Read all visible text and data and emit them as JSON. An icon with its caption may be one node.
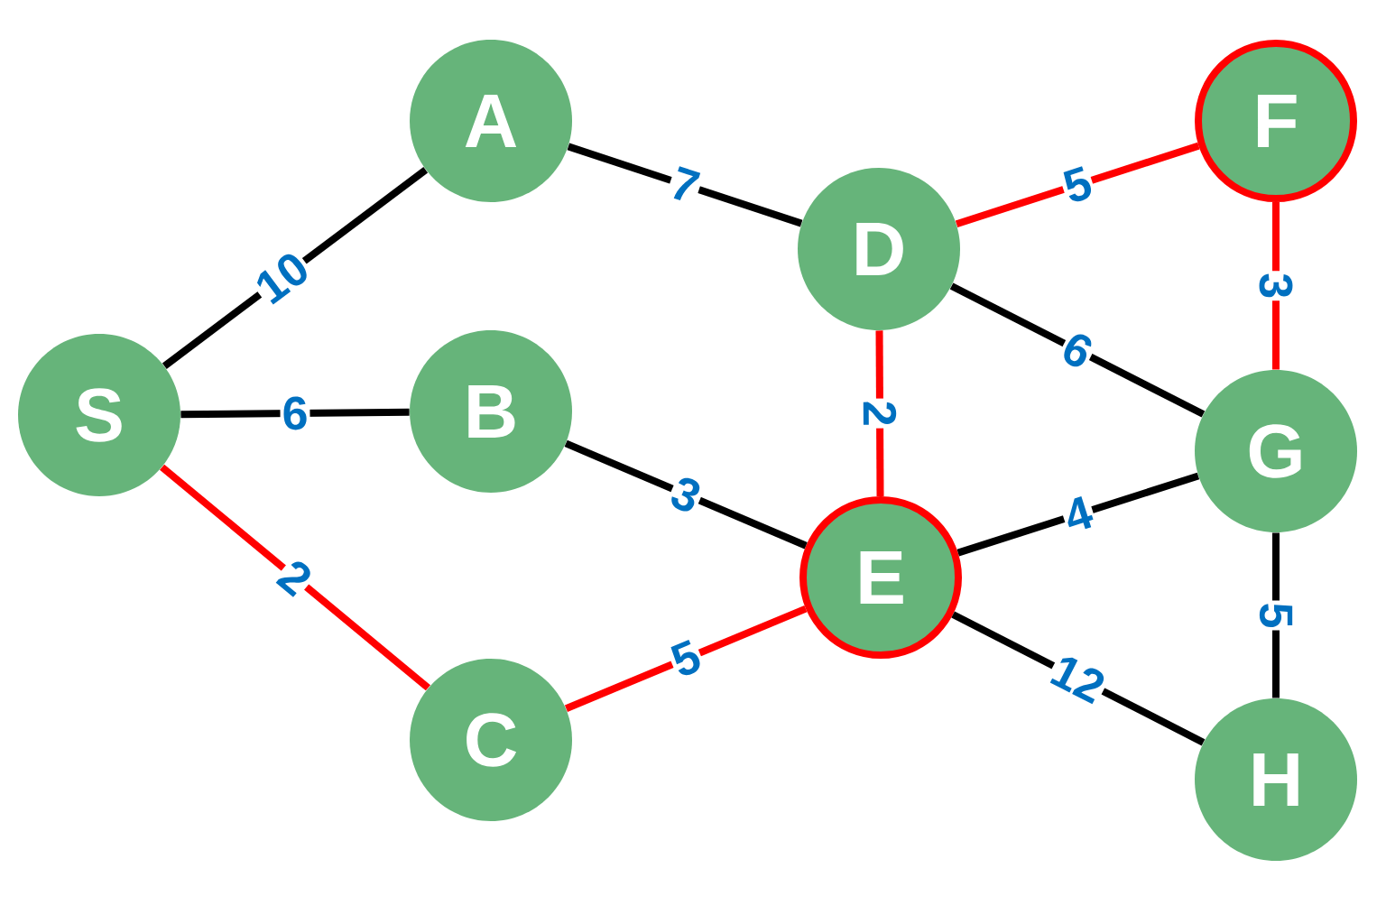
{
  "diagram": {
    "nodes": [
      {
        "text": [
          "S"
        ]
      },
      {
        "text": [
          "A"
        ]
      },
      {
        "text": [
          "B"
        ]
      },
      {
        "text": [
          "C"
        ]
      },
      {
        "text": [
          "D"
        ]
      },
      {
        "text": [
          "E"
        ]
      },
      {
        "text": [
          "F"
        ]
      },
      {
        "text": [
          "G"
        ]
      },
      {
        "text": [
          "H"
        ]
      }
    ],
    "edges": [
      {
        "from": 0,
        "to": 1,
        "arrow": "none",
        "label": "10"
      },
      {
        "from": 0,
        "to": 2,
        "arrow": "none",
        "label": "6"
      },
      {
        "from": 0,
        "to": 3,
        "arrow": "none",
        "label": "2",
        "color": "#ff0000"
      },
      {
        "from": 1,
        "to": 4,
        "arrow": "none",
        "label": "7"
      },
      {
        "from": 2,
        "to": 5,
        "arrow": "none",
        "label": "3"
      },
      {
        "from": 3,
        "to": 5,
        "arrow": "none",
        "label": "5",
        "color": "#ff0000"
      },
      {
        "from": 4,
        "to": 6,
        "arrow": "none",
        "label": "5",
        "color": "#ff0000"
      },
      {
        "from": 4,
        "to": 5,
        "arrow": "none",
        "label": "2",
        "color": "#ff0000"
      },
      {
        "from": 4,
        "to": 7,
        "arrow": "none",
        "label": "6"
      },
      {
        "from": 6,
        "to": 7,
        "arrow": "none",
        "label": "3",
        "color": "#ff0000"
      },
      {
        "from": 5,
        "to": 7,
        "arrow": "none",
        "label": "4"
      },
      {
        "from": 5,
        "to": 8,
        "arrow": "none",
        "label": "12"
      },
      {
        "from": 7,
        "to": 8,
        "arrow": "none",
        "label": "5"
      }
    ]
  }
}
